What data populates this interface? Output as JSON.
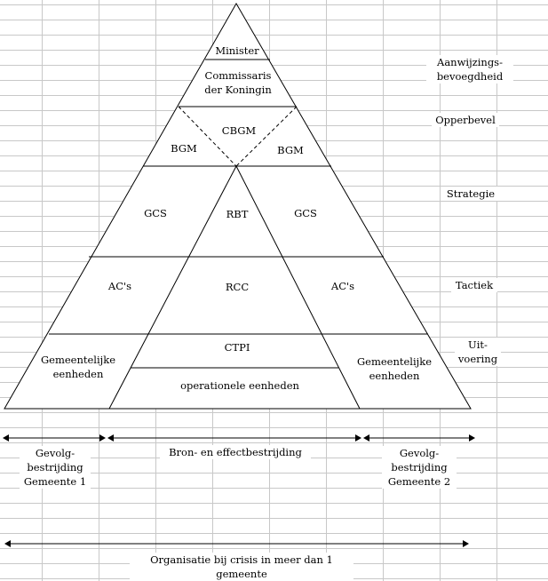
{
  "pyramid": {
    "minister": "Minister",
    "commissaris": "Commissaris\nder Koningin",
    "cbgm": "CBGM",
    "bgm_left": "BGM",
    "bgm_right": "BGM",
    "gcs_left": "GCS",
    "rbt": "RBT",
    "gcs_right": "GCS",
    "acs_left": "AC's",
    "rcc": "RCC",
    "acs_right": "AC's",
    "ctpi": "CTPI",
    "gemeentelijke_left": "Gemeentelijke\neenheden",
    "operationele": "operationele eenheden",
    "gemeentelijke_right": "Gemeentelijke\neenheden"
  },
  "levels": {
    "aanwijzing": "Aanwijzings-\nbevoegdheid",
    "opperbevel": "Opperbevel",
    "strategie": "Strategie",
    "tactiek": "Tactiek",
    "uitvoering": "Uit-\nvoering"
  },
  "spans": {
    "gevolg_1": "Gevolg-\nbestrijding\nGemeente 1",
    "bron": "Bron- en effectbestrijding",
    "gevolg_2": "Gevolg-\nbestrijding\nGemeente 2",
    "organisatie": "Organisatie bij crisis in meer dan 1 gemeente"
  }
}
